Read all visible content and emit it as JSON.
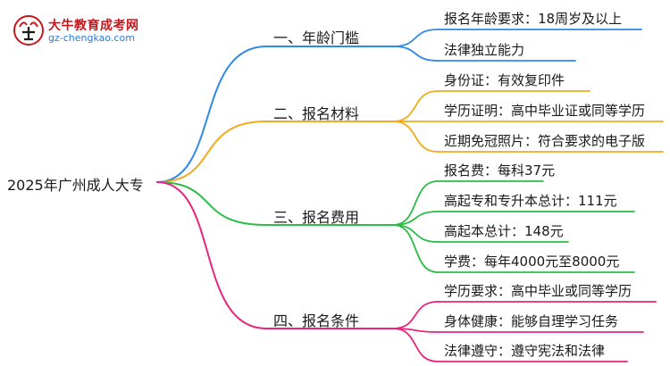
{
  "watermark": {
    "title": "大牛教育成考网",
    "url": "gz-chengkao.com"
  },
  "root": "2025年广州成人大专",
  "branches": [
    {
      "label": "一、年龄门槛",
      "color": "#2f8ae6",
      "leaves": [
        "报名年龄要求：18周岁及以上",
        "法律独立能力"
      ]
    },
    {
      "label": "二、报名材料",
      "color": "#f0ac1a",
      "leaves": [
        "身份证：有效复印件",
        "学历证明：高中毕业证或同等学历",
        "近期免冠照片：符合要求的电子版"
      ]
    },
    {
      "label": "三、报名费用",
      "color": "#2bbd45",
      "leaves": [
        "报名费：每科37元",
        "高起专和专升本总计：111元",
        "高起本总计：148元",
        "学费：每年4000元至8000元"
      ]
    },
    {
      "label": "四、报名条件",
      "color": "#e8247d",
      "leaves": [
        "学历要求：高中毕业或同等学历",
        "身体健康：能够自理学习任务",
        "法律遵守：遵守宪法和法律"
      ]
    }
  ]
}
